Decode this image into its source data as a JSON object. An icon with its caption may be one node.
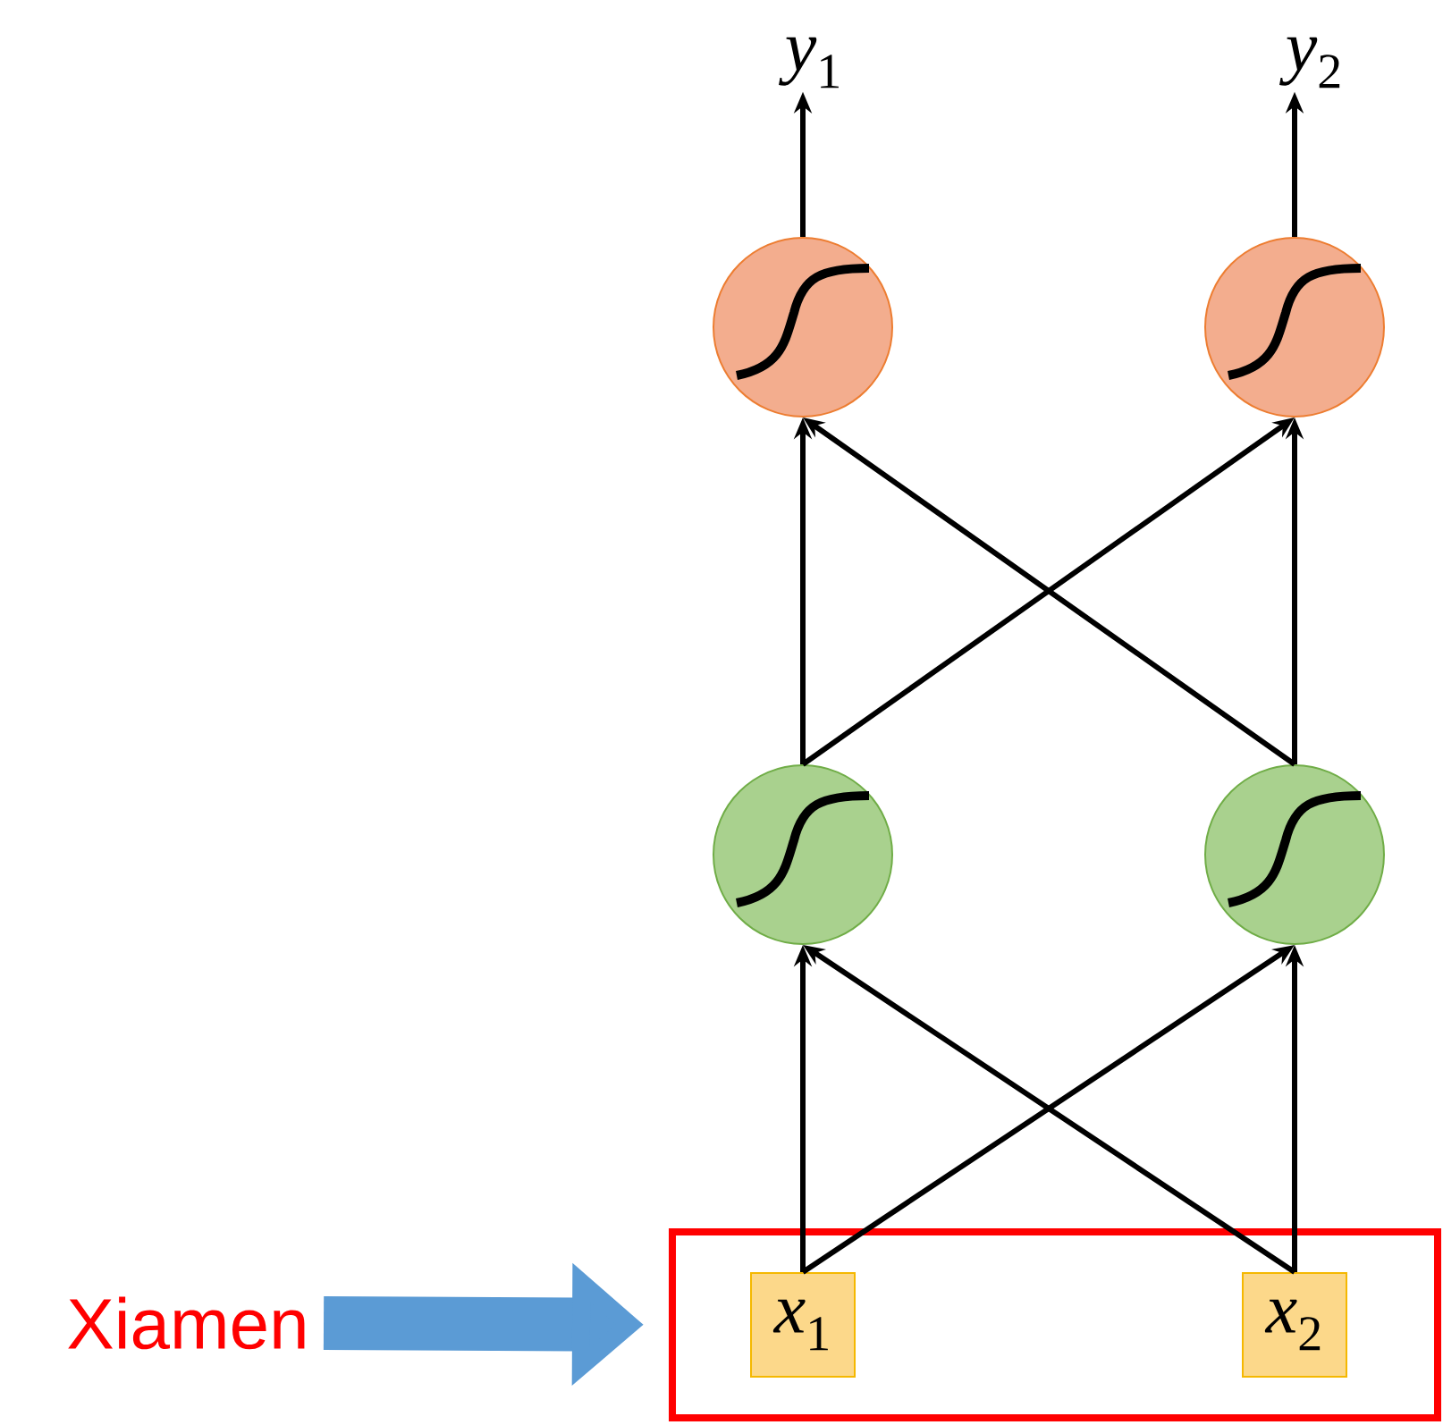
{
  "diagram": {
    "nodes": [
      {
        "text": [
          "*y*$_{1}$"
        ]
      },
      {
        "text": [
          "*y*$_{2}$"
        ]
      },
      {
        "text": [],
        "shape": "circle"
      },
      {
        "text": [],
        "shape": "circle"
      },
      {
        "text": [],
        "shape": "circle"
      },
      {
        "text": [],
        "shape": "circle"
      },
      {
        "text": [
          "Xiamen"
        ]
      },
      {
        "text": [],
        "shape": "box"
      },
      {
        "text": [
          "*x*$_{1}$"
        ],
        "in": 7
      },
      {
        "text": [
          "*x*$_{2}$"
        ],
        "in": 7
      }
    ],
    "edges": [
      {
        "from": 2,
        "to": 0,
        "arrow": "to"
      },
      {
        "from": 3,
        "to": 1,
        "arrow": "to"
      },
      {
        "from": 4,
        "to": 2,
        "arrow": "to"
      },
      {
        "from": 4,
        "to": 3,
        "arrow": "to"
      },
      {
        "from": 5,
        "to": 2,
        "arrow": "to"
      },
      {
        "from": 5,
        "to": 3,
        "arrow": "to"
      },
      {
        "from": 8,
        "to": 4,
        "arrow": "to"
      },
      {
        "from": 8,
        "to": 5,
        "arrow": "to"
      },
      {
        "from": 9,
        "to": 4,
        "arrow": "to"
      },
      {
        "from": 9,
        "to": 5,
        "arrow": "to"
      },
      {
        "from": 6,
        "to": 7,
        "arrow": "to",
        "style": "thick",
        "color": "#5b9bd5"
      }
    ]
  }
}
